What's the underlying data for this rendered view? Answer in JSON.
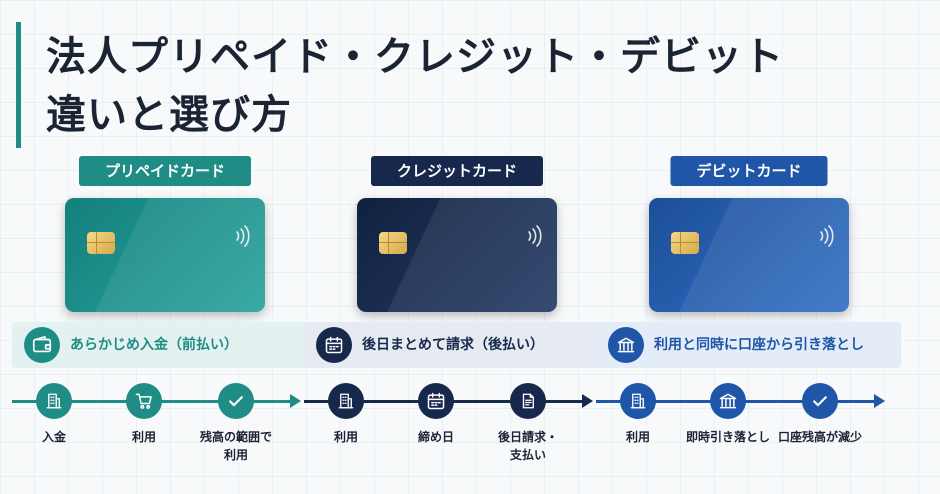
{
  "title": {
    "line1": "法人プリペイド・クレジット・デビット",
    "line2": "違いと選び方"
  },
  "columns": [
    {
      "label": "プリペイドカード",
      "accent": "#1f8c86",
      "card_gradient": [
        "#14807c",
        "#2aa39d"
      ],
      "banner_bg": "#e3f2f0",
      "banner_text": "あらかじめ入金（前払い）",
      "banner_icon": "wallet-icon",
      "steps": [
        {
          "icon": "building-icon",
          "label": "入金"
        },
        {
          "icon": "cart-icon",
          "label": "利用"
        },
        {
          "icon": "check-icon",
          "label": "残高の範囲で\n利用"
        }
      ]
    },
    {
      "label": "クレジットカード",
      "accent": "#16294d",
      "card_gradient": [
        "#11213f",
        "#243c66"
      ],
      "banner_bg": "#e6eaf1",
      "banner_text": "後日まとめて請求（後払い）",
      "banner_icon": "calendar-icon",
      "steps": [
        {
          "icon": "building-icon",
          "label": "利用"
        },
        {
          "icon": "calendar-icon",
          "label": "締め日"
        },
        {
          "icon": "invoice-icon",
          "label": "後日請求・\n支払い"
        }
      ]
    },
    {
      "label": "デビットカード",
      "accent": "#1f56a8",
      "card_gradient": [
        "#1c4f9a",
        "#3470c4"
      ],
      "banner_bg": "#e4ecf7",
      "banner_text": "利用と同時に口座から引き落とし",
      "banner_icon": "bank-icon",
      "steps": [
        {
          "icon": "building-icon",
          "label": "利用"
        },
        {
          "icon": "bank-icon",
          "label": "即時引き落とし"
        },
        {
          "icon": "check-icon",
          "label": "口座残高が減少"
        }
      ]
    }
  ]
}
